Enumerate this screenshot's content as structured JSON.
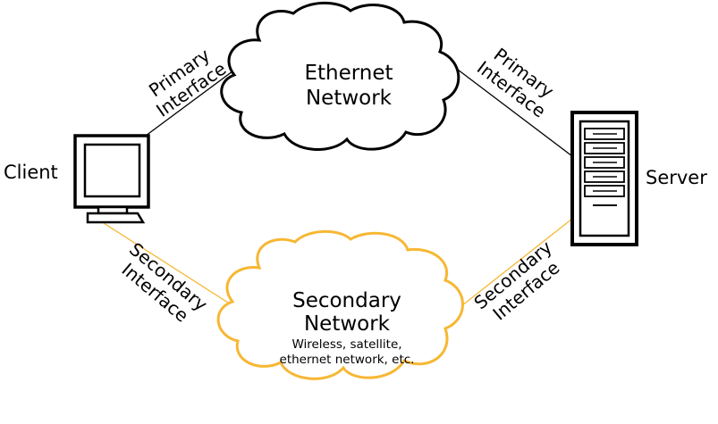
{
  "nodes": {
    "client": "Client",
    "server": "Server"
  },
  "clouds": {
    "primary": {
      "line1": "Ethernet",
      "line2": "Network"
    },
    "secondary": {
      "line1": "Secondary",
      "line2": "Network",
      "desc1": "Wireless, satellite,",
      "desc2": "ethernet network, etc."
    }
  },
  "links": {
    "client_primary": {
      "line1": "Primary",
      "line2": "Interface"
    },
    "server_primary": {
      "line1": "Primary",
      "line2": "Interface"
    },
    "client_secondary": {
      "line1": "Secondary",
      "line2": "Interface"
    },
    "server_secondary": {
      "line1": "Secondary",
      "line2": "Interface"
    }
  },
  "colors": {
    "primary_link": "#000000",
    "secondary_link": "#f7b733",
    "secondary_cloud_stroke": "#f7b733",
    "primary_cloud_stroke": "#000000"
  }
}
